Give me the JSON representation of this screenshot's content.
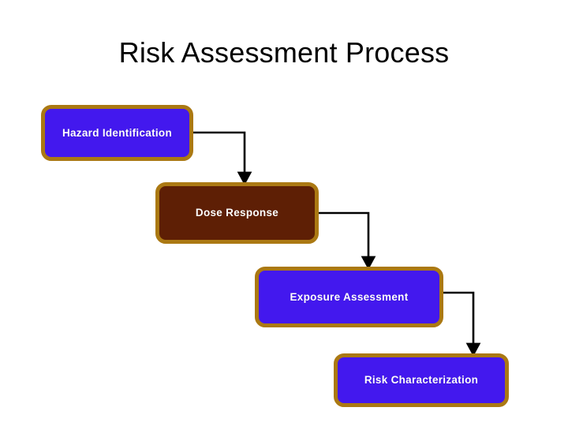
{
  "slide": {
    "title": "Risk Assessment Process",
    "background_color": "#ffffff"
  },
  "palette": {
    "box_fill_blue": "#4318EE",
    "box_fill_brown": "#5E1F05",
    "box_border_gold": "#AB7913",
    "label_color": "#ffffff",
    "connector_color": "#000000",
    "title_color": "#000000"
  },
  "diagram": {
    "type": "flowchart",
    "orientation": "cascading-down-right",
    "nodes": [
      {
        "id": "hazard-identification",
        "label": "Hazard Identification",
        "order": 1,
        "fill": "#4318EE",
        "border": "#AB7913"
      },
      {
        "id": "dose-response",
        "label": "Dose Response",
        "order": 2,
        "fill": "#5E1F05",
        "border": "#AB7913"
      },
      {
        "id": "exposure-assessment",
        "label": "Exposure Assessment",
        "order": 3,
        "fill": "#4318EE",
        "border": "#AB7913"
      },
      {
        "id": "risk-characterization",
        "label": "Risk Characterization",
        "order": 4,
        "fill": "#4318EE",
        "border": "#AB7913"
      }
    ],
    "connectors": [
      {
        "id": "connector-1",
        "from": "hazard-identification",
        "to": "dose-response",
        "style": "elbow-arrow"
      },
      {
        "id": "connector-2",
        "from": "dose-response",
        "to": "exposure-assessment",
        "style": "elbow-arrow"
      },
      {
        "id": "connector-3",
        "from": "exposure-assessment",
        "to": "risk-characterization",
        "style": "elbow-arrow"
      }
    ]
  }
}
